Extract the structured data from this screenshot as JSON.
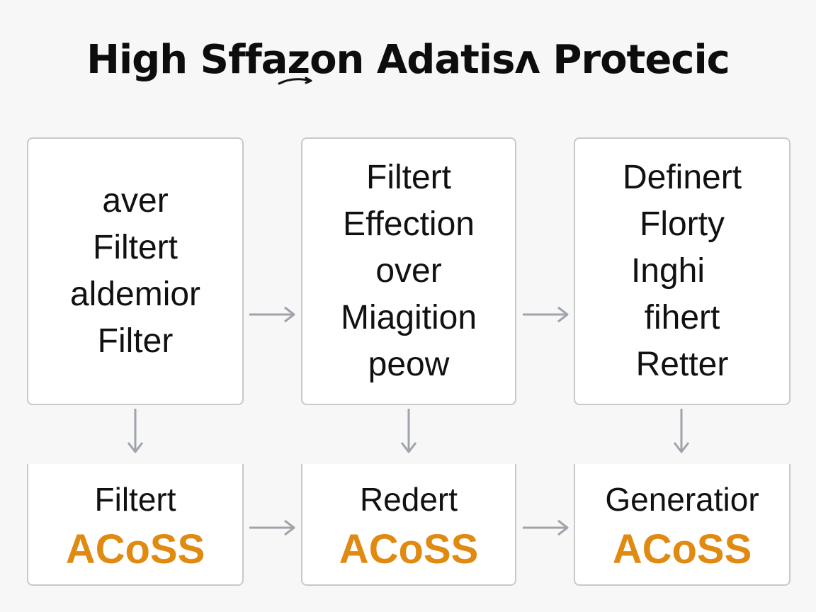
{
  "title": "High Sffazon Adatisʌ Protecic",
  "colors": {
    "box_border": "#c9c9c9",
    "arrow": "#9fa3ab",
    "metric": "#e08a12",
    "text": "#111111",
    "background": "#f7f7f7"
  },
  "top_boxes": [
    {
      "lines": [
        "aver",
        "Filtert",
        "aldemior",
        "Filter"
      ]
    },
    {
      "lines": [
        "Filtert",
        "Effection",
        "over",
        "Miagition",
        "peow"
      ]
    },
    {
      "lines": [
        "Definert",
        "Florty",
        "Inghi",
        "fihert",
        "Retter"
      ]
    }
  ],
  "bottom_boxes": [
    {
      "label": "Filtert",
      "metric": "ACoSS"
    },
    {
      "label": "Redert",
      "metric": "ACoSS"
    },
    {
      "label": "Generatior",
      "metric": "ACoSS"
    }
  ]
}
